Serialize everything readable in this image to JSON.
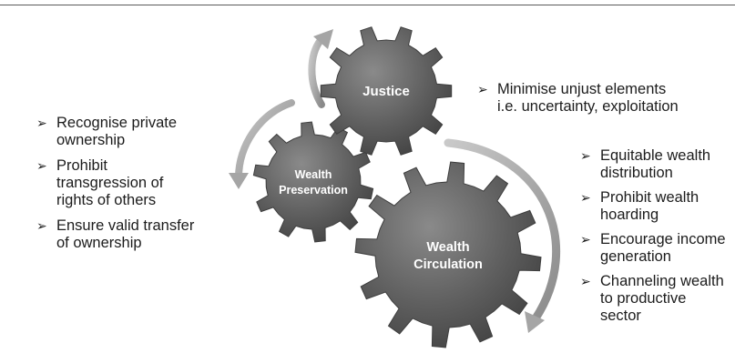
{
  "gears": {
    "justice": "Justice",
    "preservation": [
      "Wealth",
      "Preservation"
    ],
    "circulation": [
      "Wealth",
      "Circulation"
    ]
  },
  "bullet_marker": "➢",
  "justice_points": [
    [
      "Minimise unjust elements",
      "i.e. uncertainty, exploitation"
    ]
  ],
  "preservation_points": [
    [
      "Recognise private",
      "ownership"
    ],
    [
      "Prohibit",
      "transgression of",
      "rights of others"
    ],
    [
      "Ensure valid transfer",
      "of ownership"
    ]
  ],
  "circulation_points": [
    [
      "Equitable wealth",
      "distribution"
    ],
    [
      "Prohibit wealth",
      "hoarding"
    ],
    [
      "Encourage income",
      "generation"
    ],
    [
      "Channeling wealth",
      "to productive",
      "sector"
    ]
  ],
  "colors": {
    "gear_fill": "#5f5f5f",
    "gear_highlight": "#8a8a8a",
    "arrow_fill": "#9b9b9b",
    "text": "#1c1c1c"
  }
}
